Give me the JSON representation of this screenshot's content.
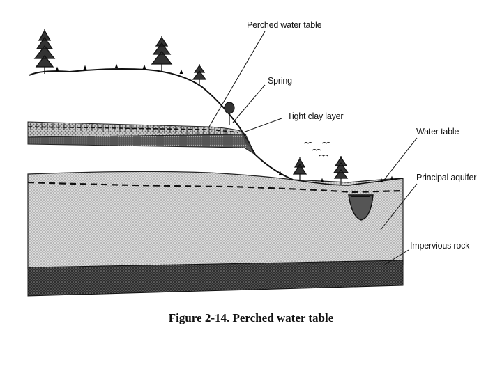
{
  "labels": {
    "perched_water_table": "Perched water table",
    "spring": "Spring",
    "tight_clay_layer": "Tight clay layer",
    "water_table": "Water table",
    "principal_aquifer": "Principal aquifer",
    "impervious_rock": "Impervious rock"
  },
  "caption": "Figure 2-14.  Perched water table",
  "colors": {
    "ink": "#111111",
    "aquifer_fill": "#d2d2d2",
    "rock_fill": "#3a3a3a",
    "clay_fill": "#6a6a6a",
    "perched_fill": "#bcbcbc"
  }
}
